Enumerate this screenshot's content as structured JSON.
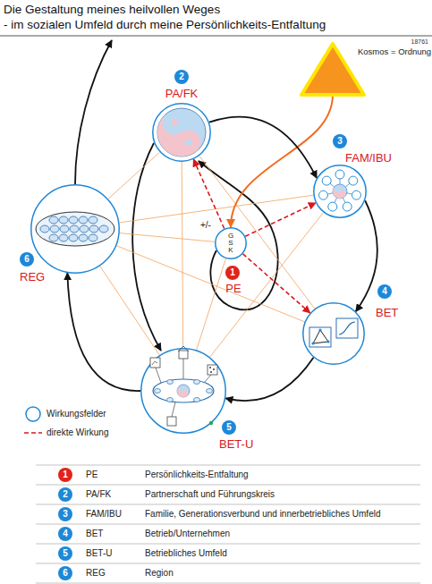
{
  "diagram": {
    "title": "Die Gestaltung meines heilvollen Weges",
    "nodes": [
      {
        "text": [
          "Kosmos = Ordnung"
        ]
      },
      {
        "text": [
          "2",
          "PA/FK"
        ]
      },
      {
        "text": [
          "3",
          "FAM/IBU"
        ]
      },
      {
        "text": [
          "G S K",
          "1",
          "PE"
        ]
      },
      {
        "text": [
          "6",
          "REG"
        ]
      },
      {
        "text": [
          "4",
          "BET"
        ]
      },
      {
        "text": [
          "5",
          "BET-U"
        ]
      }
    ],
    "edges": [
      {
        "from": 0,
        "to": 3,
        "arrow": "to"
      },
      {
        "from": 3,
        "to": 1,
        "arrow": "to"
      },
      {
        "from": 3,
        "to": 2,
        "arrow": "to"
      },
      {
        "from": 3,
        "to": 5,
        "arrow": "to"
      },
      {
        "from": 1,
        "to": 2,
        "arrow": "to"
      },
      {
        "from": 2,
        "to": 5,
        "arrow": "to"
      },
      {
        "from": 5,
        "to": 6,
        "arrow": "to"
      },
      {
        "from": 6,
        "to": 4,
        "arrow": "to"
      },
      {
        "from": 4,
        "to": 1,
        "arrow": "none"
      },
      {
        "from": 4,
        "to": 2,
        "arrow": "none"
      },
      {
        "from": 4,
        "to": 5,
        "arrow": "none"
      },
      {
        "from": 4,
        "to": 6,
        "arrow": "none"
      },
      {
        "from": 1,
        "to": 5,
        "arrow": "none"
      },
      {
        "from": 1,
        "to": 6,
        "arrow": "none"
      },
      {
        "from": 2,
        "to": 6,
        "arrow": "none"
      },
      {
        "from": 3,
        "to": 6,
        "arrow": "none"
      },
      {
        "from": 3,
        "to": 4,
        "arrow": "none"
      }
    ],
    "labels": [
      "- im sozialen Umfeld durch meine Persönlichkeits-Entfaltung",
      "18761",
      "+/-",
      "1",
      "PE",
      "Persönlichkeits-Entfaltung",
      "2",
      "PA/FK",
      "Partnerschaft und Führungskreis",
      "3",
      "FAM/IBU",
      "Familie, Generationsverbund und innerbetriebliches Umfeld",
      "4",
      "BET",
      "Betrieb/Unternehmen",
      "5",
      "BET-U",
      "Betriebliches Umfeld",
      "6",
      "REG",
      "Region"
    ],
    "legend": [
      {
        "text": "Wirkungsfelder"
      },
      {
        "text": "direkte Wirkung"
      }
    ]
  }
}
